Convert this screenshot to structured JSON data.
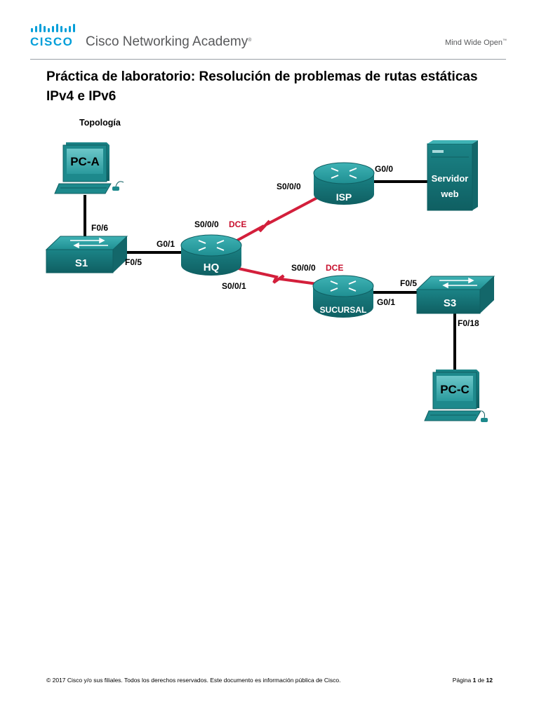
{
  "header": {
    "brand_short": "CISCO",
    "brand_full": "Cisco Networking Academy",
    "brand_mark": "®",
    "tagline": "Mind Wide Open",
    "tagline_mark": "™"
  },
  "document": {
    "title": "Práctica de laboratorio: Resolución de problemas de rutas estáticas IPv4 e IPv6",
    "section_label": "Topología"
  },
  "topology": {
    "devices": {
      "pc_a": "PC-A",
      "pc_c": "PC-C",
      "s1": "S1",
      "s3": "S3",
      "hq": "HQ",
      "isp": "ISP",
      "sucursal": "SUCURSAL",
      "server_line1": "Servidor",
      "server_line2": "web"
    },
    "interfaces": {
      "pca_s1_f06": "F0/6",
      "s1_f05": "F0/5",
      "hq_g01": "G0/1",
      "hq_s000": "S0/0/0",
      "hq_s001": "S0/0/1",
      "isp_s000": "S0/0/0",
      "isp_g00": "G0/0",
      "suc_s000": "S0/0/0",
      "suc_g01": "G0/1",
      "s3_f05": "F0/5",
      "s3_f018": "F0/18",
      "dce": "DCE"
    },
    "colors": {
      "device": "#1e8c8f",
      "device_dark": "#126a6d",
      "serial_link": "#d31f3b",
      "ethernet_link": "#000000",
      "dce_label": "#c8102e"
    }
  },
  "footer": {
    "copyright": "© 2017 Cisco y/o sus filiales. Todos los derechos reservados. Este documento es información pública de Cisco.",
    "page_prefix": "Página",
    "page_current": "1",
    "page_sep": "de",
    "page_total": "12"
  }
}
